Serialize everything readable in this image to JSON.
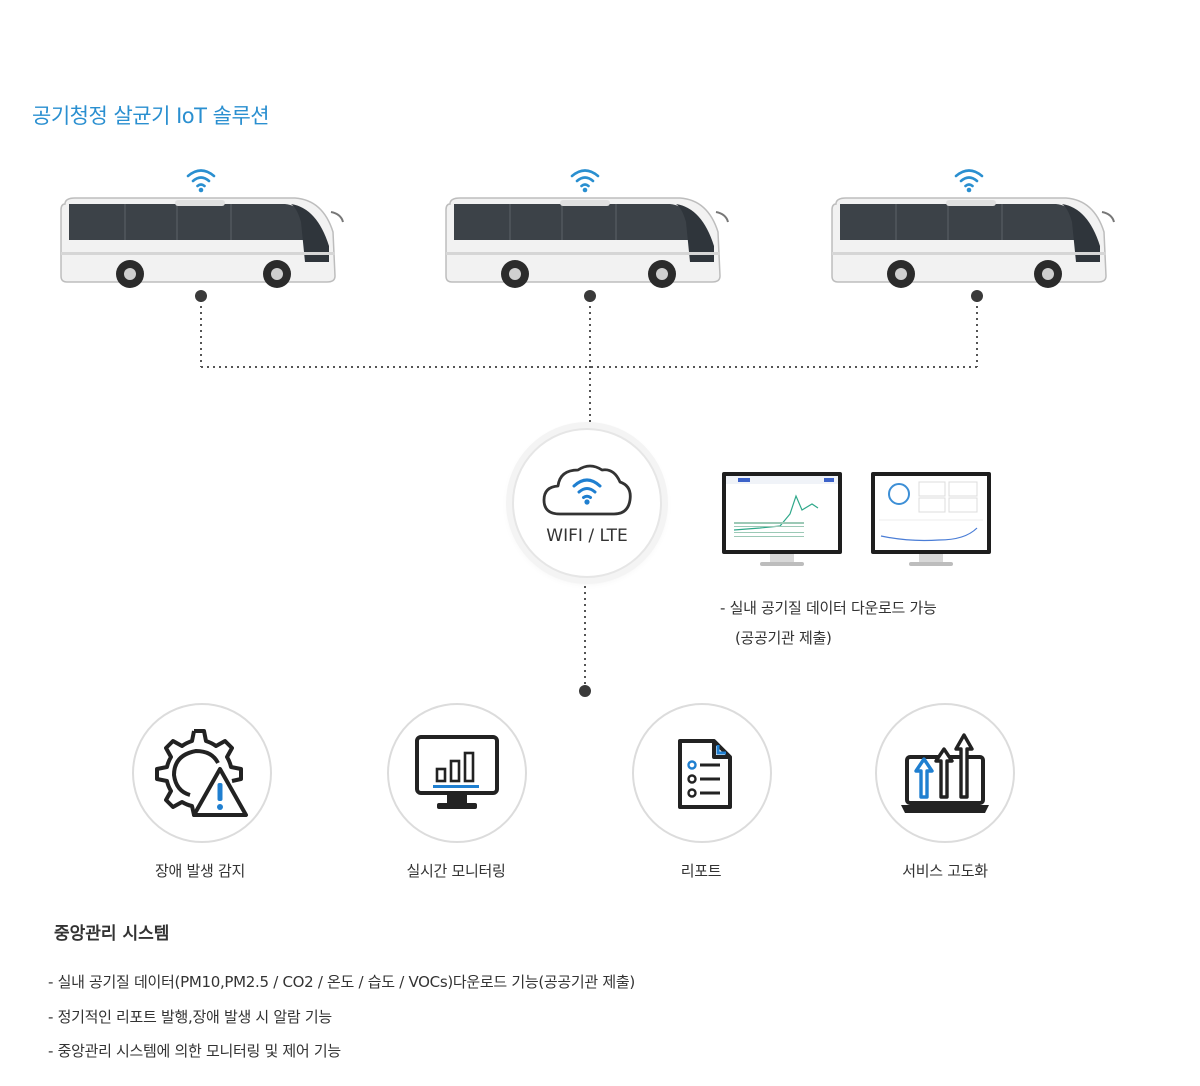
{
  "header": {
    "title": "공기청정 살균기 IoT 솔루션"
  },
  "network": {
    "label": "WIFI / LTE"
  },
  "download_note": {
    "line1": "- 실내 공기질 데이터 다운로드 가능",
    "line2": "(공공기관 제출)"
  },
  "features": [
    {
      "label": "장애 발생 감지",
      "icon": "gear-warning-icon"
    },
    {
      "label": "실시간 모니터링",
      "icon": "monitor-chart-icon"
    },
    {
      "label": "리포트",
      "icon": "report-document-icon"
    },
    {
      "label": "서비스 고도화",
      "icon": "laptop-growth-icon"
    }
  ],
  "central_system": {
    "title": "중앙관리 시스템",
    "items": [
      "- 실내 공기질 데이터(PM10,PM2.5 / CO2 / 온도 / 습도 / VOCs)다운로드 기능(공공기관 제출)",
      "- 정기적인 리포트 발행,장애 발생 시 알람 기능",
      "- 중앙관리 시스템에 의한 모니터링 및 제어 기능"
    ]
  },
  "colors": {
    "accent": "#2a8fd0",
    "line": "#555555",
    "icon": "#222222"
  }
}
